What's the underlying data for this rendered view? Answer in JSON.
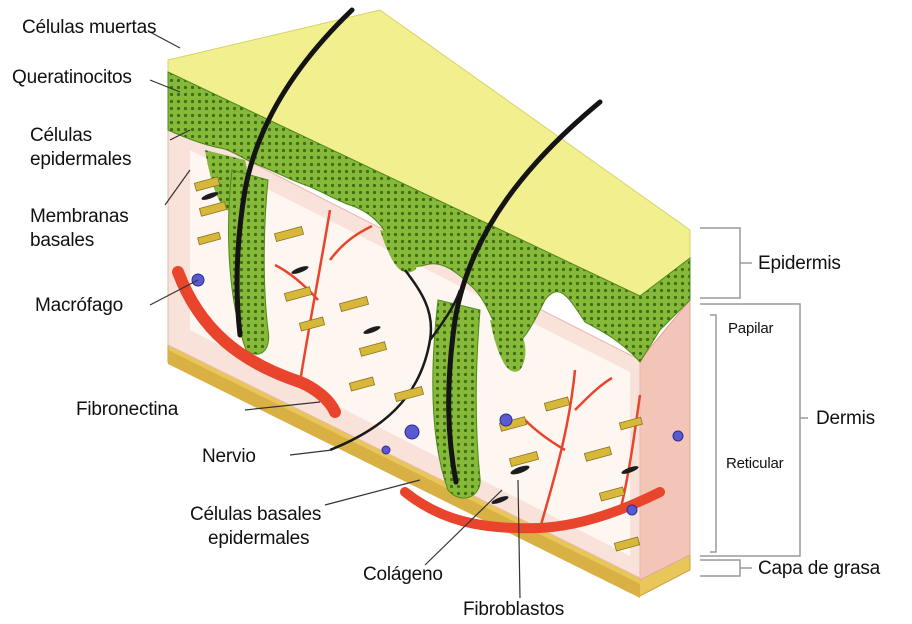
{
  "labels": {
    "celulas_muertas": "Células muertas",
    "queratinocitos": "Queratinocitos",
    "celulas_epidermales_1": "Células",
    "celulas_epidermales_2": "epidermales",
    "membranas_basales_1": "Membranas",
    "membranas_basales_2": "basales",
    "macrofago": "Macrófago",
    "fibronectina": "Fibronectina",
    "nervio": "Nervio",
    "celulas_basales_1": "Células basales",
    "celulas_basales_2": "epidermales",
    "colageno": "Colágeno",
    "fibroblastos": "Fibroblastos",
    "epidermis": "Epidermis",
    "papilar": "Papilar",
    "reticular": "Reticular",
    "dermis": "Dermis",
    "capa_de_grasa": "Capa de grasa"
  },
  "colors": {
    "dead_cells": "#f2f08e",
    "keratinocytes": "#7fb534",
    "dermis": "#f7d9cf",
    "fat_layer": "#e8c65a",
    "blood_vessel": "#e8452c",
    "hair": "#141414",
    "collagen": "#d8b83a",
    "macrophage": "#5a5ad0",
    "bracket": "#9a9a9a"
  }
}
